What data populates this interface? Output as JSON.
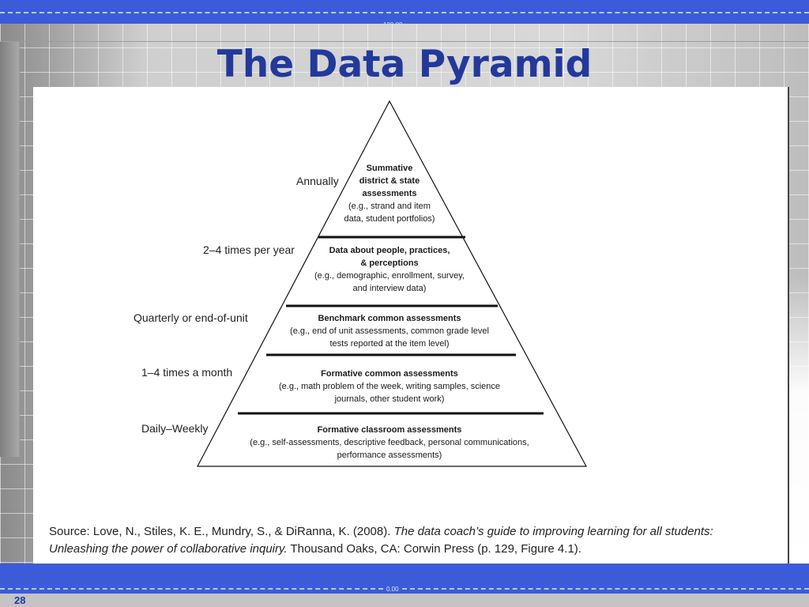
{
  "slide": {
    "title": "The Data Pyramid",
    "number": "28",
    "top_rule_label": "100.00",
    "bottom_rule_label": "0.00"
  },
  "pyramid": {
    "tiers": [
      {
        "frequency": "Annually",
        "heading_lines": [
          "Summative",
          "district & state",
          "assessments"
        ],
        "detail_lines": [
          "(e.g., strand and item",
          "data, student portfolios)"
        ]
      },
      {
        "frequency": "2–4 times per year",
        "heading_lines": [
          "Data about people, practices,",
          "& perceptions"
        ],
        "detail_lines": [
          "(e.g., demographic, enrollment, survey,",
          "and interview data)"
        ]
      },
      {
        "frequency": "Quarterly or end-of-unit",
        "heading_lines": [
          "Benchmark common assessments"
        ],
        "detail_lines": [
          "(e.g., end of unit assessments, common grade level",
          "tests reported at the item level)"
        ]
      },
      {
        "frequency": "1–4 times a month",
        "heading_lines": [
          "Formative common assessments"
        ],
        "detail_lines": [
          "(e.g., math problem of the week, writing samples, science",
          "journals, other student work)"
        ]
      },
      {
        "frequency": "Daily–Weekly",
        "heading_lines": [
          "Formative classroom assessments"
        ],
        "detail_lines": [
          "(e.g., self-assessments, descriptive feedback, personal communications,",
          "performance assessments)"
        ]
      }
    ]
  },
  "source": {
    "prefix": "Source: Love, N., Stiles, K. E., Mundry, S., & DiRanna, K. (2008). ",
    "title_line1": "The data coach’s guide to improving learning for all students:",
    "title_line2": "Unleashing the power of collaborative inquiry.",
    "suffix": " Thousand Oaks, CA: Corwin Press (p. 129, Figure 4.1)."
  },
  "colors": {
    "band": "#3b5bd9",
    "title": "#23399a",
    "slide_number": "#1c3aa8"
  }
}
